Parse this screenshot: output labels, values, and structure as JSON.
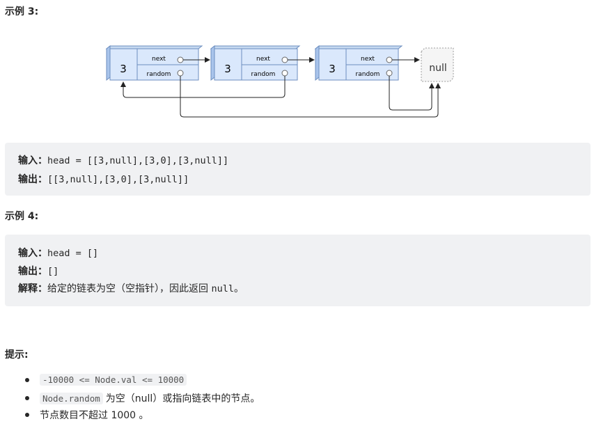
{
  "example3": {
    "title": "示例 3:",
    "diagram": {
      "nodes": [
        {
          "val": "3",
          "next": "next",
          "random": "random"
        },
        {
          "val": "3",
          "next": "next",
          "random": "random"
        },
        {
          "val": "3",
          "next": "next",
          "random": "random"
        }
      ],
      "null_label": "null"
    },
    "input_label": "输入：",
    "input_value": "head = [[3,null],[3,0],[3,null]]",
    "output_label": "输出：",
    "output_value": "[[3,null],[3,0],[3,null]]"
  },
  "example4": {
    "title": "示例 4:",
    "input_label": "输入：",
    "input_value": "head = []",
    "output_label": "输出：",
    "output_value": "[]",
    "explain_label": "解释：",
    "explain_text": "给定的链表为空（空指针），因此返回 ",
    "explain_code": "null",
    "explain_end": "。"
  },
  "hints": {
    "title": "提示:",
    "items": [
      {
        "code": "-10000 <= Node.val <= 10000",
        "text": ""
      },
      {
        "code": "Node.random",
        "text": "为空（null）或指向链表中的节点。"
      },
      {
        "code": "",
        "text": "节点数目不超过 1000 。"
      }
    ]
  }
}
